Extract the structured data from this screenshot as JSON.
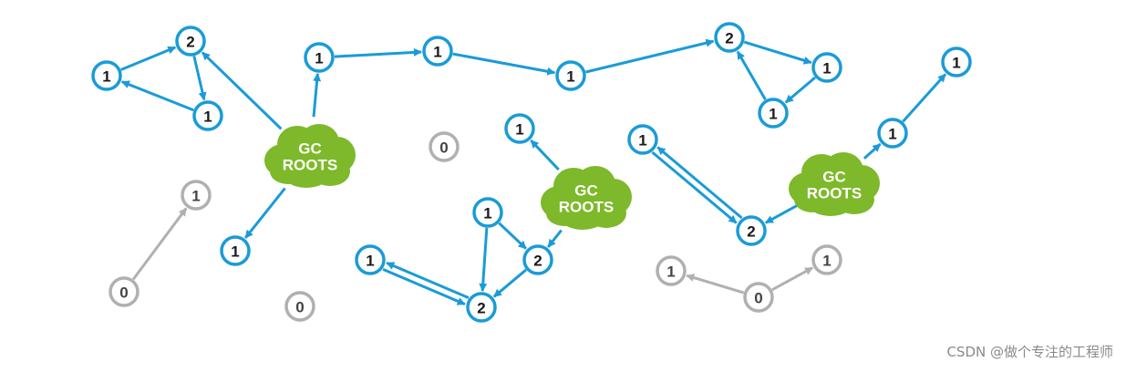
{
  "watermark": "CSDN @做个专注的工程师",
  "colors": {
    "live": "#1a9bd7",
    "dead": "#b0b0b0",
    "root": "#7db92a"
  },
  "roots": [
    {
      "id": "r1",
      "label": [
        "GC",
        "ROOTS"
      ]
    },
    {
      "id": "r2",
      "label": [
        "GC",
        "ROOTS"
      ]
    },
    {
      "id": "r3",
      "label": [
        "GC",
        "ROOTS"
      ]
    }
  ],
  "nodes": [
    {
      "id": "a1",
      "label": "1",
      "state": "live"
    },
    {
      "id": "a2",
      "label": "2",
      "state": "live"
    },
    {
      "id": "a3",
      "label": "1",
      "state": "live"
    },
    {
      "id": "b1",
      "label": "1",
      "state": "live"
    },
    {
      "id": "b2",
      "label": "1",
      "state": "live"
    },
    {
      "id": "b3",
      "label": "1",
      "state": "live"
    },
    {
      "id": "c2",
      "label": "2",
      "state": "live"
    },
    {
      "id": "c1a",
      "label": "1",
      "state": "live"
    },
    {
      "id": "c1b",
      "label": "1",
      "state": "live"
    },
    {
      "id": "d1",
      "label": "1",
      "state": "live"
    },
    {
      "id": "e1",
      "label": "1",
      "state": "live"
    },
    {
      "id": "f1a",
      "label": "1",
      "state": "live"
    },
    {
      "id": "f2a",
      "label": "2",
      "state": "live"
    },
    {
      "id": "f1b",
      "label": "1",
      "state": "live"
    },
    {
      "id": "f2b",
      "label": "2",
      "state": "live"
    },
    {
      "id": "g1a",
      "label": "1",
      "state": "live"
    },
    {
      "id": "g2",
      "label": "2",
      "state": "live"
    },
    {
      "id": "g1b",
      "label": "1",
      "state": "live"
    },
    {
      "id": "g1c",
      "label": "1",
      "state": "live"
    },
    {
      "id": "x0a",
      "label": "0",
      "state": "dead"
    },
    {
      "id": "x0b",
      "label": "0",
      "state": "dead"
    },
    {
      "id": "x0c",
      "label": "0",
      "state": "dead"
    },
    {
      "id": "x1a",
      "label": "1",
      "state": "dead"
    },
    {
      "id": "x0d",
      "label": "0",
      "state": "dead"
    },
    {
      "id": "x1b",
      "label": "1",
      "state": "dead"
    },
    {
      "id": "x1c",
      "label": "1",
      "state": "dead"
    }
  ],
  "edges": [
    {
      "from": "a1",
      "to": "a2",
      "state": "live"
    },
    {
      "from": "a2",
      "to": "a3",
      "state": "live"
    },
    {
      "from": "a3",
      "to": "a1",
      "state": "live"
    },
    {
      "from": "r1",
      "to": "a2",
      "state": "live"
    },
    {
      "from": "r1",
      "to": "b1",
      "state": "live"
    },
    {
      "from": "r1",
      "to": "d1",
      "state": "live"
    },
    {
      "from": "b1",
      "to": "b2",
      "state": "live"
    },
    {
      "from": "b2",
      "to": "b3",
      "state": "live"
    },
    {
      "from": "b3",
      "to": "c2",
      "state": "live"
    },
    {
      "from": "c2",
      "to": "c1a",
      "state": "live"
    },
    {
      "from": "c1a",
      "to": "c1b",
      "state": "live"
    },
    {
      "from": "c1b",
      "to": "c2",
      "state": "live"
    },
    {
      "from": "r2",
      "to": "e1",
      "state": "live"
    },
    {
      "from": "r2",
      "to": "f2a",
      "state": "live"
    },
    {
      "from": "f1a",
      "to": "f2a",
      "state": "live"
    },
    {
      "from": "f2a",
      "to": "f2b",
      "state": "live"
    },
    {
      "from": "f1a",
      "to": "f2b",
      "state": "live"
    },
    {
      "from": "f2b",
      "to": "f1b",
      "state": "live",
      "offset": 4
    },
    {
      "from": "f1b",
      "to": "f2b",
      "state": "live",
      "offset": 4
    },
    {
      "from": "r3",
      "to": "g2",
      "state": "live"
    },
    {
      "from": "r3",
      "to": "g1b",
      "state": "live"
    },
    {
      "from": "g1b",
      "to": "g1c",
      "state": "live"
    },
    {
      "from": "g2",
      "to": "g1a",
      "state": "live",
      "offset": 4
    },
    {
      "from": "g1a",
      "to": "g2",
      "state": "live",
      "offset": 4
    },
    {
      "from": "x0a",
      "to": "x1a",
      "state": "dead"
    },
    {
      "from": "x0d",
      "to": "x1b",
      "state": "dead"
    },
    {
      "from": "x0d",
      "to": "x1c",
      "state": "dead"
    }
  ]
}
